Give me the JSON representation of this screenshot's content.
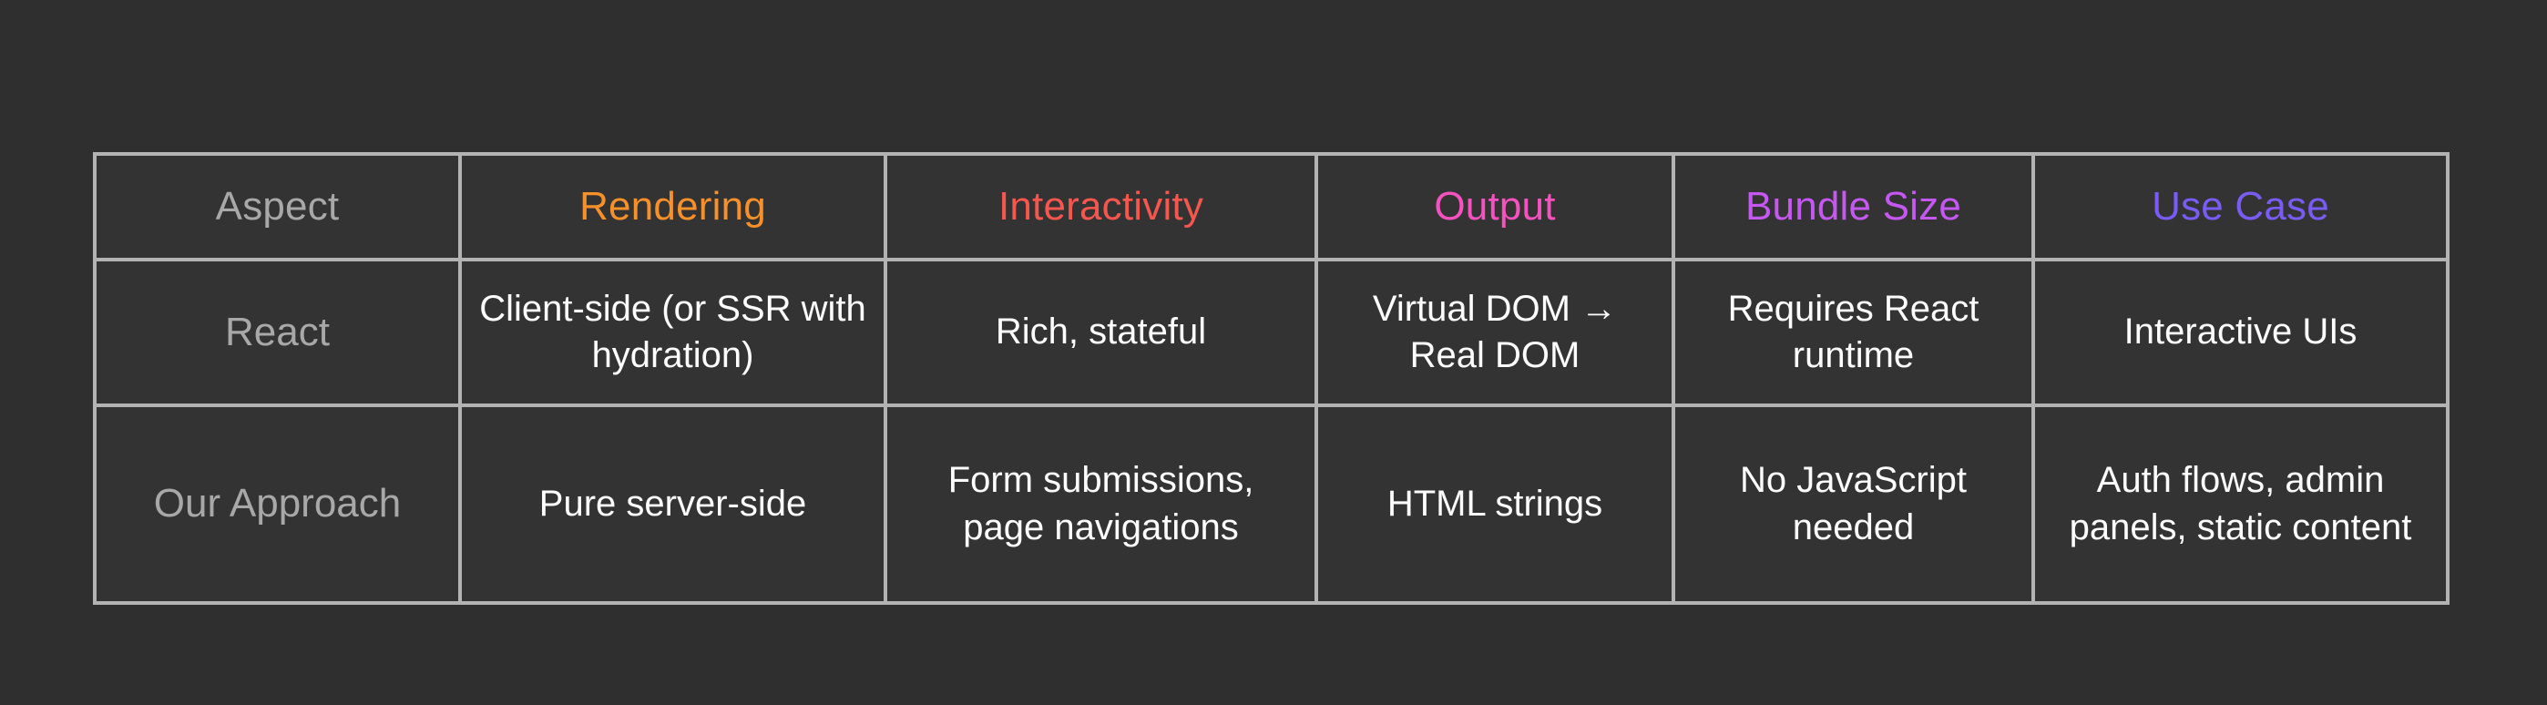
{
  "table": {
    "columns": [
      {
        "key": "aspect",
        "label": "Aspect",
        "color": "#a8a8a8"
      },
      {
        "key": "rendering",
        "label": "Rendering",
        "color": "#f5902b"
      },
      {
        "key": "interact",
        "label": "Interactivity",
        "color": "#f5564e"
      },
      {
        "key": "output",
        "label": "Output",
        "color": "#f552c0"
      },
      {
        "key": "bundle",
        "label": "Bundle Size",
        "color": "#c558f0"
      },
      {
        "key": "usecase",
        "label": "Use Case",
        "color": "#7a5cf5"
      }
    ],
    "rows": [
      {
        "label": "React",
        "cells": [
          "Client-side (or SSR with hydration)",
          "Rich, stateful",
          "Virtual DOM → Real DOM",
          "Requires React runtime",
          "Interactive UIs"
        ]
      },
      {
        "label": "Our Approach",
        "cells": [
          "Pure server-side",
          "Form submissions, page navigations",
          "HTML strings",
          "No JavaScript needed",
          "Auth flows, admin panels, static content"
        ]
      }
    ],
    "style": {
      "page_background": "#2f2f2f",
      "cell_background": "#333333",
      "border_color": "#b3b3b3",
      "body_text_color": "#fdfdfd",
      "row_label_color": "#a8a8a8"
    }
  }
}
